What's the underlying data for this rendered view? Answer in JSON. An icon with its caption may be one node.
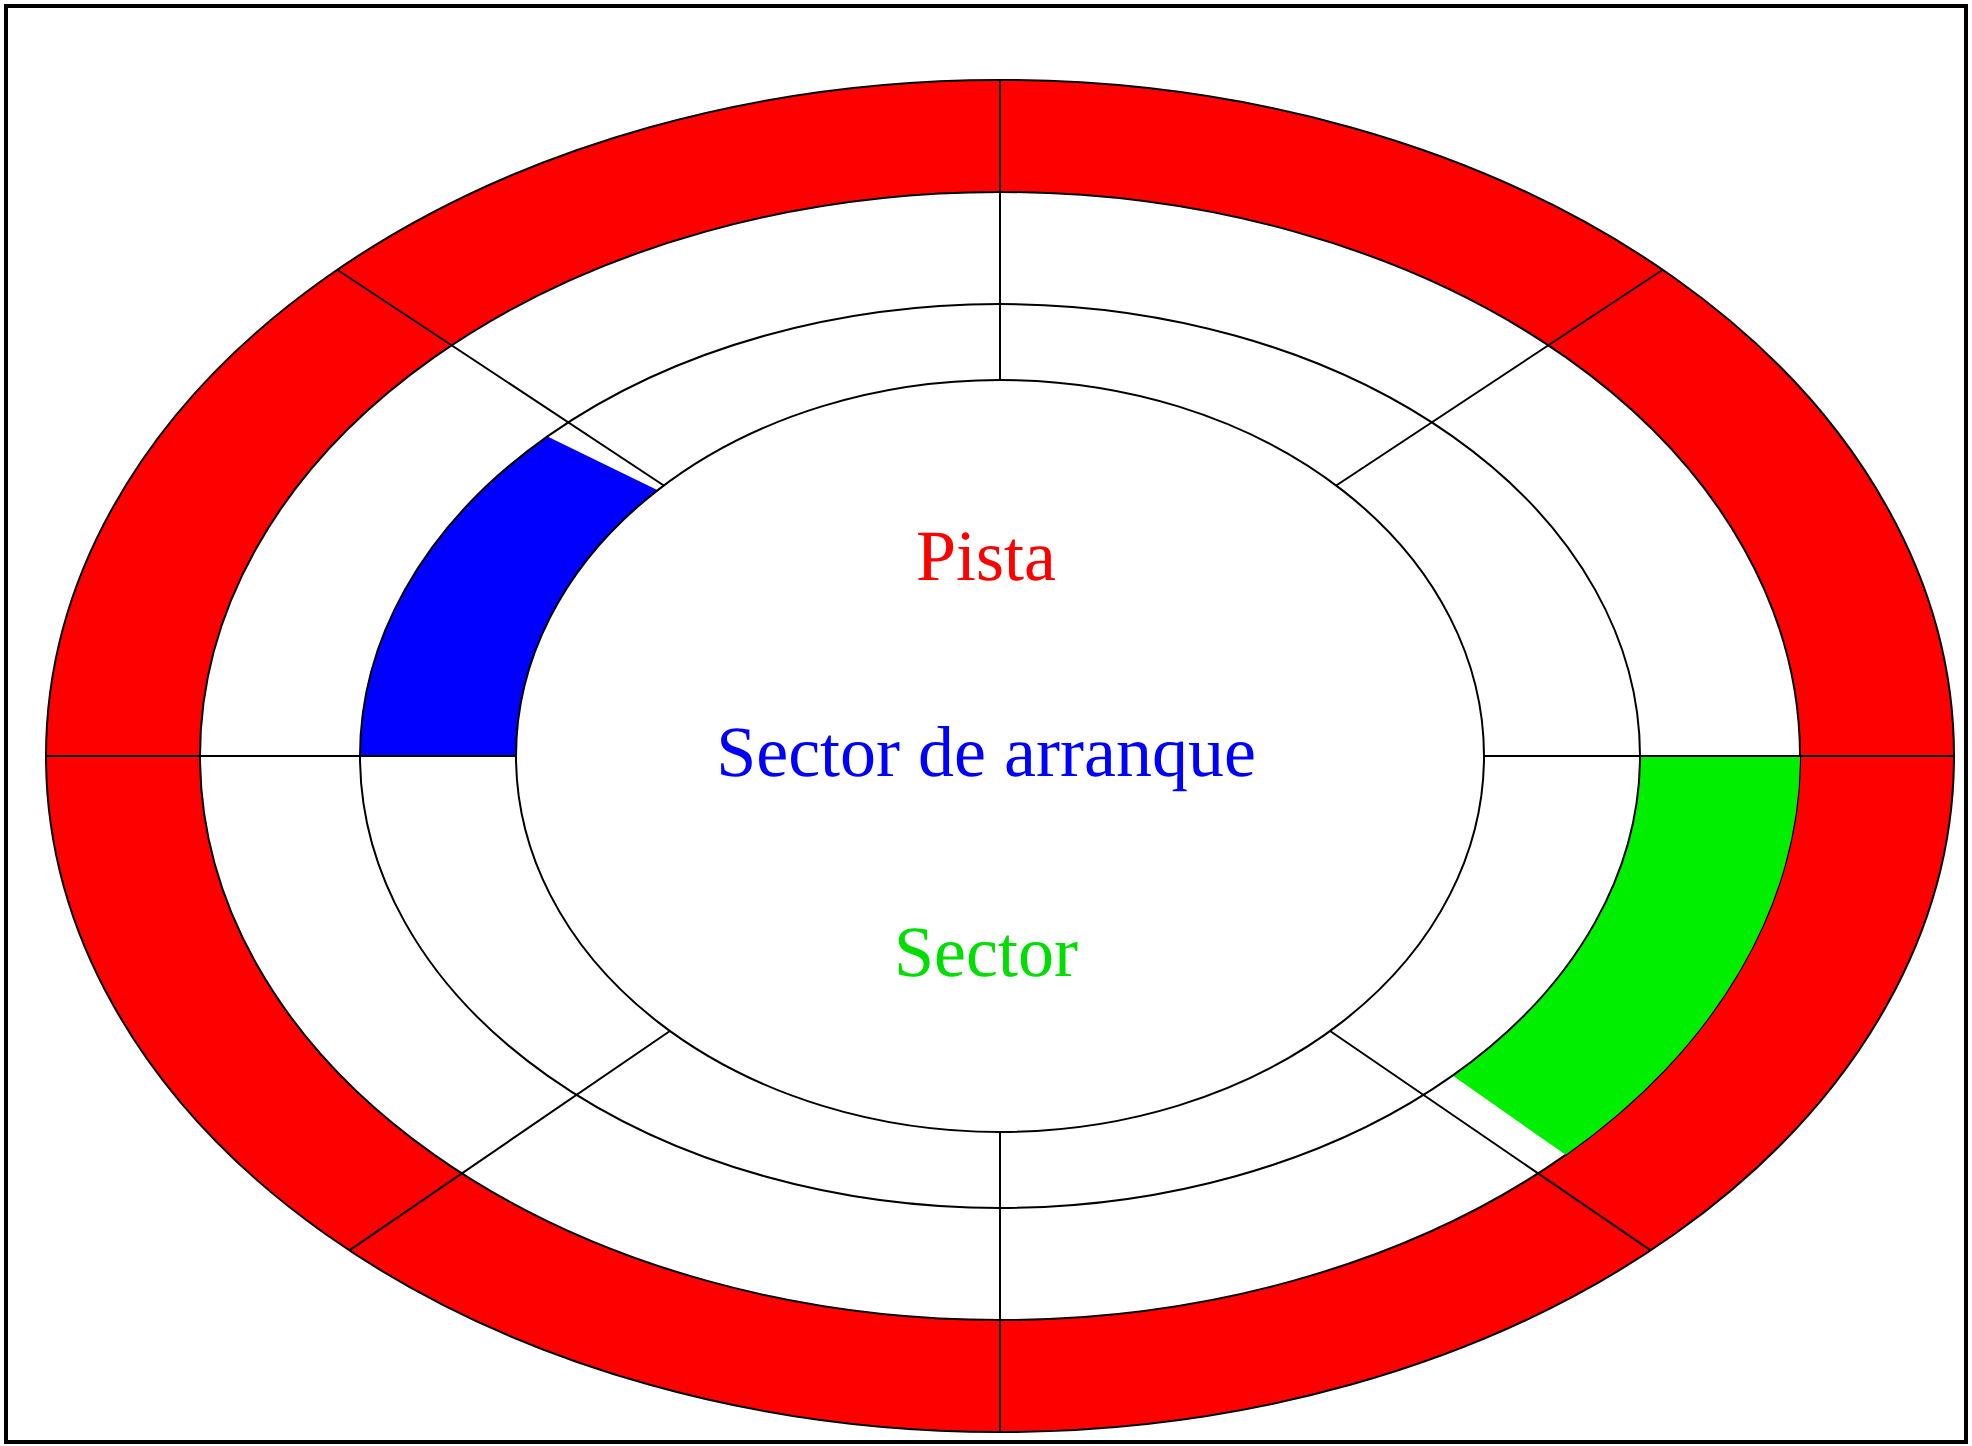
{
  "diagram": {
    "labels": [
      "Pista",
      "Sector de arranque",
      "Sector"
    ]
  }
}
